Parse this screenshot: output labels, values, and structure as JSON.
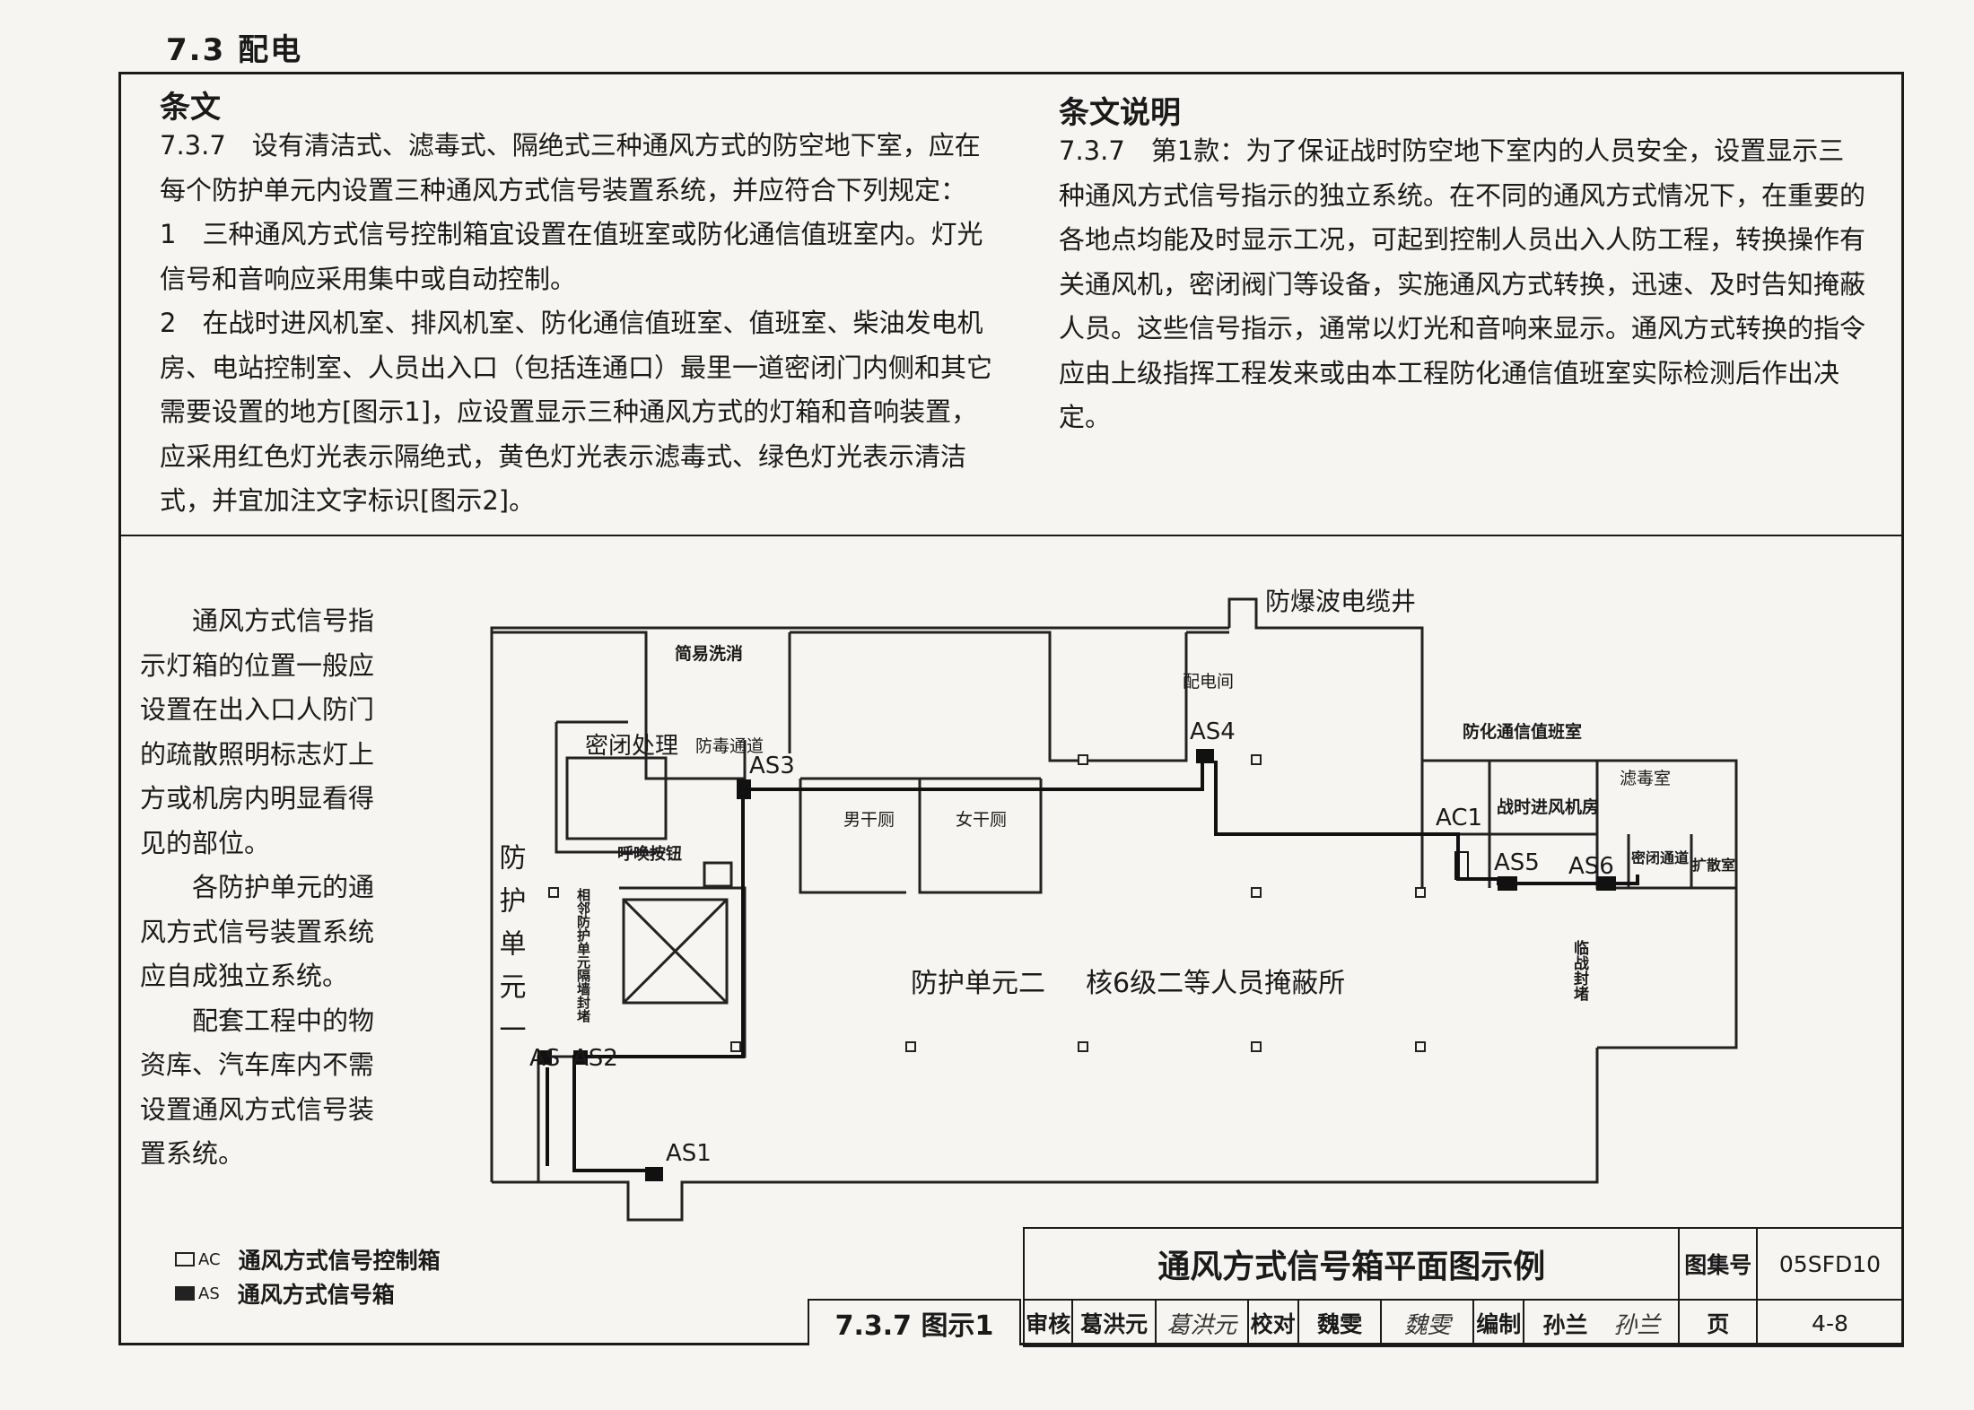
{
  "section_title": "7.3 配电",
  "left": {
    "heading": "条文",
    "paragraphs": [
      "7.3.7　设有清洁式、滤毒式、隔绝式三种通风方式的防空地下室，应在每个防护单元内设置三种通风方式信号装置系统，并应符合下列规定：",
      "1　三种通风方式信号控制箱宜设置在值班室或防化通信值班室内。灯光信号和音响应采用集中或自动控制。",
      "2　在战时进风机室、排风机室、防化通信值班室、值班室、柴油发电机房、电站控制室、人员出入口（包括连通口）最里一道密闭门内侧和其它需要设置的地方[图示1]，应设置显示三种通风方式的灯箱和音响装置，应采用红色灯光表示隔绝式，黄色灯光表示滤毒式、绿色灯光表示清洁式，并宜加注文字标识[图示2]。"
    ]
  },
  "right": {
    "heading": "条文说明",
    "paragraph": "7.3.7　第1款：为了保证战时防空地下室内的人员安全，设置显示三种通风方式信号指示的独立系统。在不同的通风方式情况下，在重要的各地点均能及时显示工况，可起到控制人员出入人防工程，转换操作有关通风机，密闭阀门等设备，实施通风方式转换，迅速、及时告知掩蔽人员。这些信号指示，通常以灯光和音响来显示。通风方式转换的指令应由上级指挥工程发来或由本工程防化通信值班室实际检测后作出决定。"
  },
  "side_note": [
    "通风方式信号指示灯箱的位置一般应设置在出入口人防门的疏散照明标志灯上方或机房内明显看得见的部位。",
    "各防护单元的通风方式信号装置系统应自成独立系统。",
    "配套工程中的物资库、汽车库内不需设置通风方式信号装置系统。"
  ],
  "legend": [
    {
      "code": "AC",
      "label": "通风方式信号控制箱",
      "icon": "open-box-icon"
    },
    {
      "code": "AS",
      "label": "通风方式信号箱",
      "icon": "filled-box-icon"
    }
  ],
  "plan": {
    "room_labels": {
      "cable_shaft": "防爆波电缆井",
      "simple_wash": "简易洗消",
      "distribution_room": "配电间",
      "airtight": "密闭处理",
      "decon_passage": "防毒通道",
      "call_button": "呼唤按钮",
      "male_toilet": "男干厕",
      "female_toilet": "女干厕",
      "chem_duty": "防化通信值班室",
      "filter_room": "滤毒室",
      "intake_room": "战时进风机房",
      "sealed_passage": "密闭通道",
      "expansion_room": "扩散室",
      "unit_two": "防护单元二",
      "shelter": "核6级二等人员掩蔽所",
      "unit_one_vertical": "防护单元一",
      "adjacent_seal": "相邻防护单元隔墙封堵",
      "temp_seal": "临战封堵"
    },
    "box_labels": [
      "AS1",
      "AS2",
      "AS3",
      "AS4",
      "AS5",
      "AS6",
      "AC1",
      "AS"
    ]
  },
  "title_block": {
    "title": "通风方式信号箱平面图示例",
    "atlas_label": "图集号",
    "atlas_no": "05SFD10",
    "review_label": "审核",
    "reviewer": "葛洪元",
    "reviewer_sig": "葛洪元",
    "check_label": "校对",
    "checker": "魏雯",
    "checker_sig": "魏雯",
    "drafter_label": "编制",
    "drafter": "孙兰",
    "drafter_sig": "孙兰",
    "page_label": "页",
    "page_no": "4-8"
  },
  "figure_label": "7.3.7 图示1"
}
